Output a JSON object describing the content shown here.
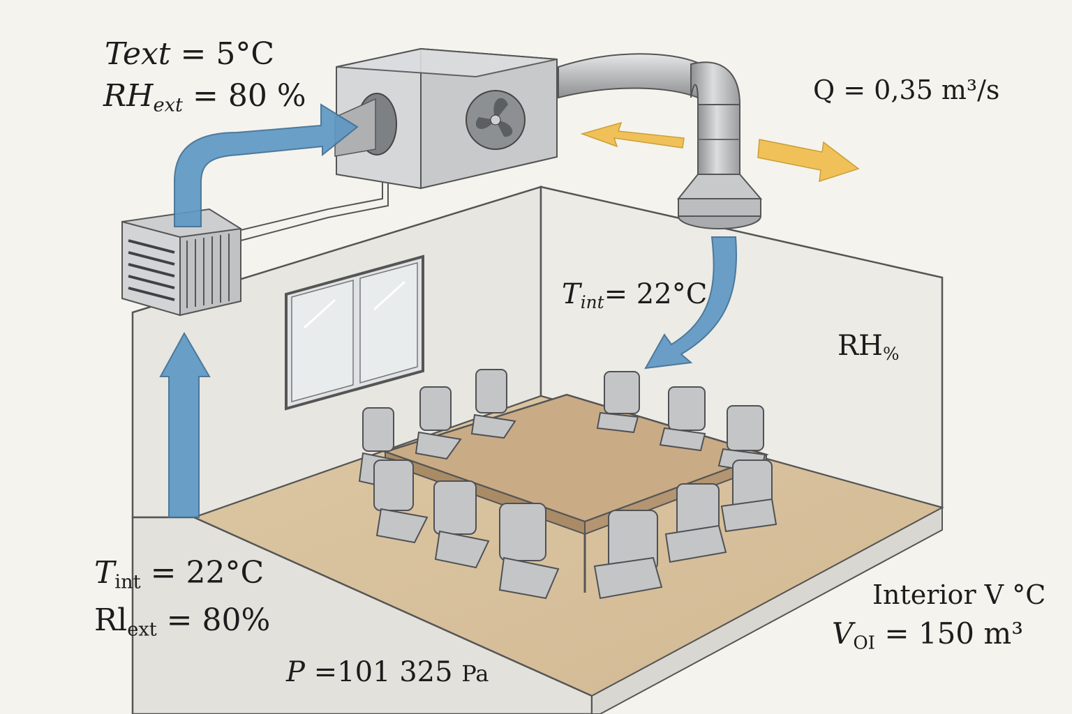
{
  "labels": {
    "t_ext": {
      "sym": "T",
      "sub": "ext",
      "rest": " = 5°C"
    },
    "rh_ext": {
      "sym": "RH",
      "sub": "ext",
      "rest": " = 80 %"
    },
    "q": {
      "text": "Q = 0,35 m³/s"
    },
    "t_int_room": {
      "sym": "T",
      "sub": "int",
      "rest": "= 22°C"
    },
    "rh_room": {
      "sym": "RH",
      "sub": "%",
      "rest": ""
    },
    "t_int_left": {
      "sym": "T",
      "sub": "int",
      "rest": " = 22°C"
    },
    "rl_ext": {
      "sym": "Rl",
      "sub": "ext",
      "rest": " = 80%"
    },
    "pressure": {
      "sym": "P",
      "rest": " =101 325 ",
      "unit": "Pa"
    },
    "interior": {
      "text": "Interior V °C"
    },
    "volume": {
      "sym": "V",
      "sub": "OI",
      "rest": " = 150 m³"
    }
  },
  "colors": {
    "airflow_blue": "#5f98c4",
    "airflow_yellow": "#f0bf52",
    "floor_wood": "#d9c3a0",
    "table_wood": "#c9ab86",
    "wall": "#e8e7e2",
    "metal": "#c2c4c6",
    "line": "#444444"
  }
}
